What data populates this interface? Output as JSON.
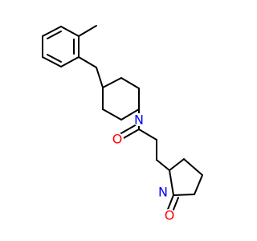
{
  "molecule": {
    "colors": {
      "bond": "#000000",
      "nitrogen": "#0000ff",
      "oxygen": "#ff0000",
      "background": "#ffffff"
    },
    "atom_labels": {
      "piperidine_nitrogen": "N",
      "carbonyl_oxygen": "O",
      "pyrrolidinone_nitrogen": "N",
      "lactam_oxygen": "O"
    }
  }
}
